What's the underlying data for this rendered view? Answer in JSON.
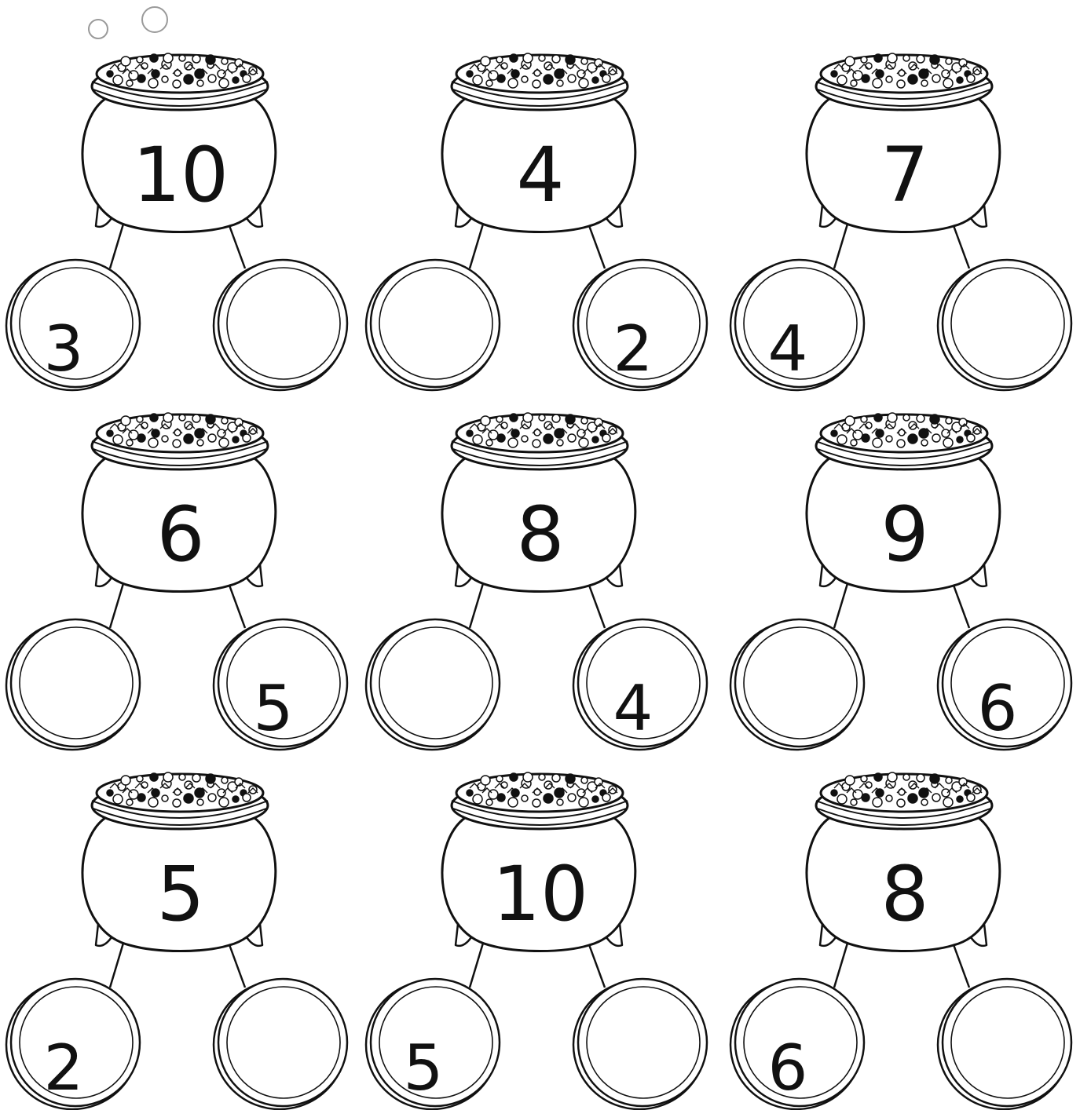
{
  "worksheet": {
    "problems": [
      {
        "total": "10",
        "left": "3",
        "right": ""
      },
      {
        "total": "4",
        "left": "",
        "right": "2"
      },
      {
        "total": "7",
        "left": "4",
        "right": ""
      },
      {
        "total": "6",
        "left": "",
        "right": "5"
      },
      {
        "total": "8",
        "left": "",
        "right": "4"
      },
      {
        "total": "9",
        "left": "",
        "right": "6"
      },
      {
        "total": "5",
        "left": "2",
        "right": ""
      },
      {
        "total": "10",
        "left": "5",
        "right": ""
      },
      {
        "total": "8",
        "left": "6",
        "right": ""
      }
    ]
  },
  "icons": {
    "pot": "pot-of-gold-icon",
    "coin": "gold-coin-icon",
    "bubble": "bubble-icon"
  },
  "colors": {
    "ink": "#111111",
    "paper": "#ffffff"
  }
}
